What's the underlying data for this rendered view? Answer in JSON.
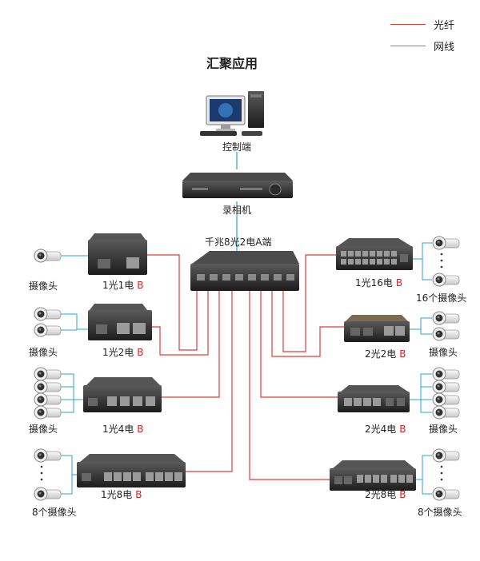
{
  "title": "汇聚应用",
  "legend": {
    "fiber_label": "光纤",
    "network_label": "网线",
    "fiber_color": "#e53935",
    "network_color": "#29a3e0"
  },
  "nodes": {
    "control": "控制端",
    "recorder": "录相机",
    "hub": "千兆8光2电A端"
  },
  "converters_left": [
    {
      "name": "1光1电",
      "tag": "B"
    },
    {
      "name": "1光2电",
      "tag": "B"
    },
    {
      "name": "1光4电",
      "tag": "B"
    },
    {
      "name": "1光8电",
      "tag": "B"
    }
  ],
  "converters_right": [
    {
      "name": "1光16电",
      "tag": "B"
    },
    {
      "name": "2光2电",
      "tag": "B"
    },
    {
      "name": "2光4电",
      "tag": "B"
    },
    {
      "name": "2光8电",
      "tag": "B"
    }
  ],
  "camera_labels_left": [
    "摄像头",
    "摄像头",
    "摄像头",
    "8个摄像头"
  ],
  "camera_labels_right": [
    "16个摄像头",
    "摄像头",
    "摄像头",
    "8个摄像头"
  ]
}
